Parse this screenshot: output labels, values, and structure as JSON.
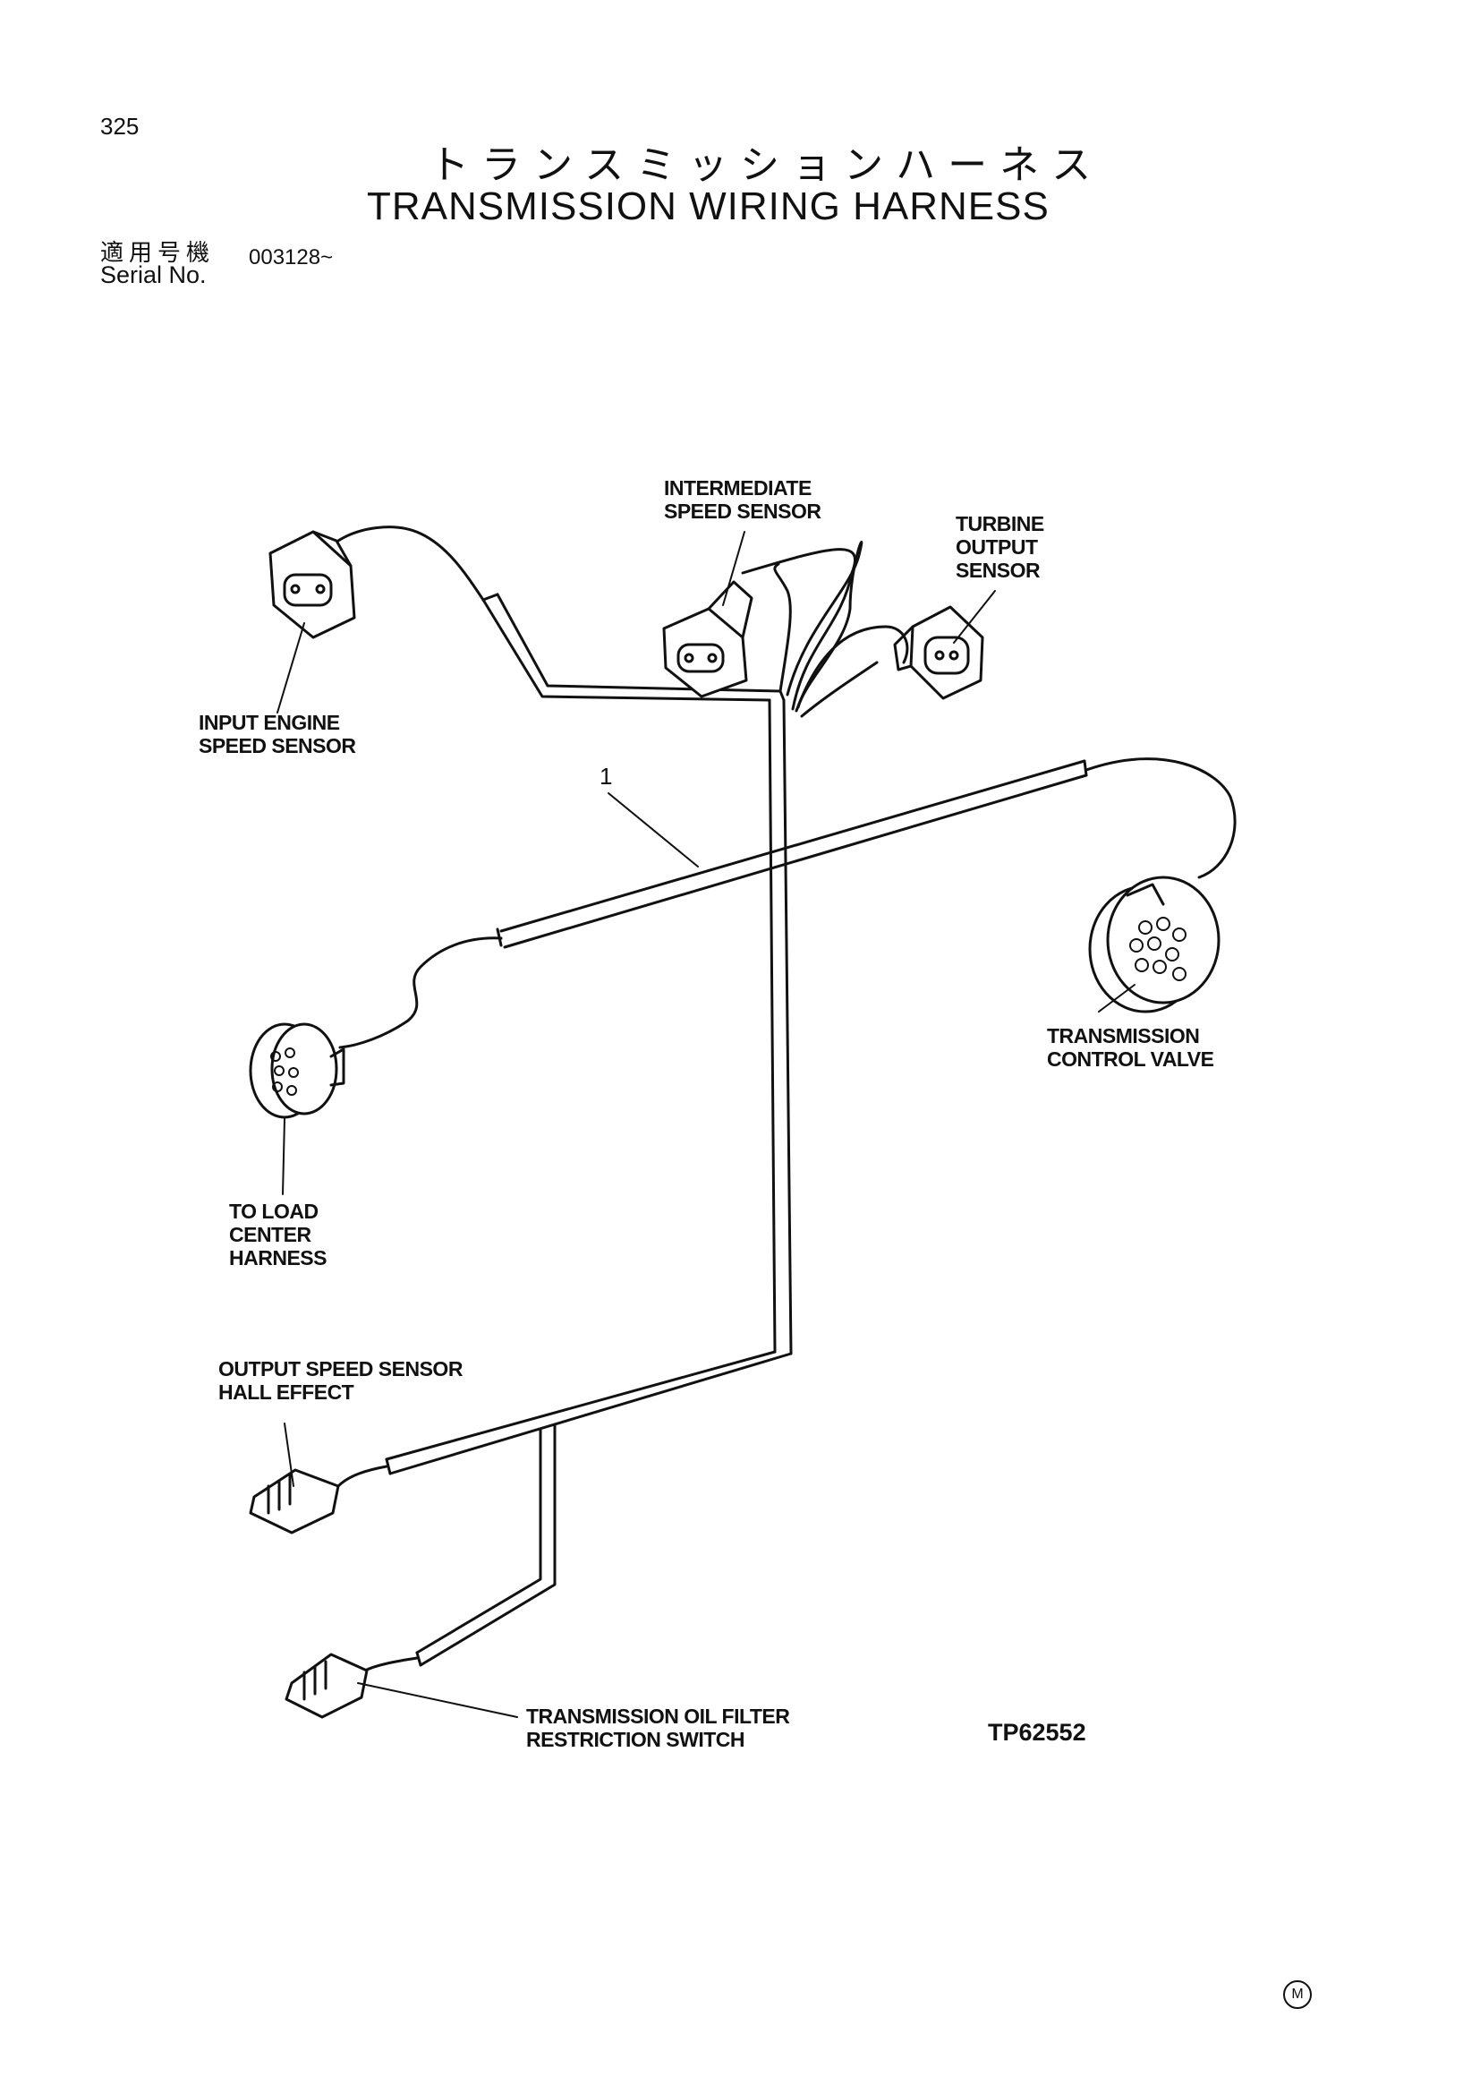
{
  "page": {
    "number": "325"
  },
  "title": {
    "japanese": "トランスミッションハーネス",
    "english": "TRANSMISSION WIRING HARNESS"
  },
  "serial": {
    "label_japanese": "適用号機",
    "label_english": "Serial No.",
    "value": "003128~"
  },
  "diagram": {
    "callout_number": "1",
    "labels": {
      "intermediate_speed_sensor": [
        "INTERMEDIATE",
        "SPEED SENSOR"
      ],
      "turbine_output_sensor": [
        "TURBINE",
        "OUTPUT",
        "SENSOR"
      ],
      "input_engine_speed_sensor": [
        "INPUT ENGINE",
        "SPEED SENSOR"
      ],
      "transmission_control_valve": [
        "TRANSMISSION",
        "CONTROL VALVE"
      ],
      "to_load_center_harness": [
        "TO LOAD",
        "CENTER",
        "HARNESS"
      ],
      "output_speed_sensor": [
        "OUTPUT SPEED SENSOR",
        "HALL EFFECT"
      ],
      "oil_filter_switch": [
        "TRANSMISSION OIL FILTER",
        "RESTRICTION SWITCH"
      ]
    },
    "figure_number": "TP62552",
    "corner_mark": "M"
  }
}
